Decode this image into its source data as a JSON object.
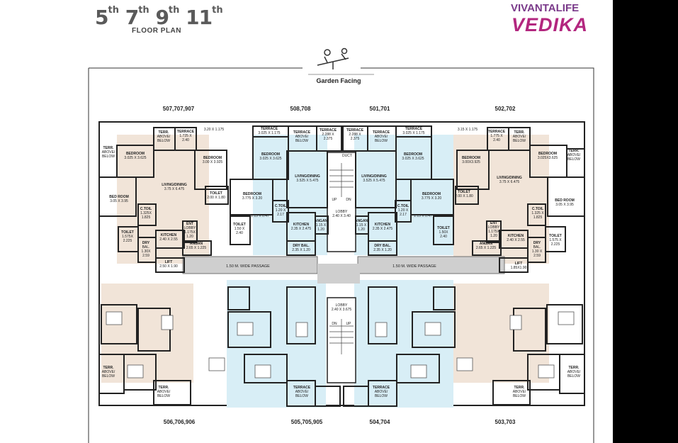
{
  "header": {
    "title_numbers": [
      "5",
      "7",
      "9",
      "11"
    ],
    "title_suffix": "th",
    "subtitle": "FLOOR PLAN",
    "brand_top": "VIVANTALIFE",
    "brand_main": "VEDIKA"
  },
  "orientation": {
    "label": "Garden Facing",
    "icon": "seesaw-garden-icon"
  },
  "flat_numbers": {
    "top": [
      "507,707,907",
      "508,708",
      "501,701",
      "502,702"
    ],
    "bottom": [
      "506,706,906",
      "505,705,905",
      "504,704",
      "503,703"
    ]
  },
  "passages": [
    "1.50 M. WIDE PASSAGE",
    "1.50 M. WIDE PASSAGE"
  ],
  "left_wing": {
    "terr_above_below_a": [
      "TERR.",
      "ABOVE/",
      "BELOW"
    ],
    "terrace": [
      "TERRACE",
      "1.725 X",
      "2.40"
    ],
    "dim_320_1175": "3.20 X 1.175",
    "bedroom_a": [
      "BEDROOM",
      "3.025 X 3.625"
    ],
    "bedroom_b": [
      "BEDROOM",
      "3.00 X 3.925"
    ],
    "living": [
      "LIVING/DINING",
      "3.75 X 6.475"
    ],
    "bed_room": [
      "BED ROOM",
      "3.05 X 3.95"
    ],
    "c_toil": [
      "C.TOIL",
      "1.325X",
      "1.825"
    ],
    "toilet_a": [
      "TOILET",
      "2.00 X 1.80"
    ],
    "toilet_b": [
      "TOILET",
      "1.575X",
      "2.225"
    ],
    "kitchen": [
      "KITCHEN",
      "2.40 X 2.55"
    ],
    "ent_lobby": [
      "ENT",
      "LOBBY",
      "1.175X",
      "1.20"
    ],
    "angan": [
      "ANGAN",
      "2.65 X 1.225"
    ],
    "dry_bal": [
      "DRY",
      "BAL.",
      "1.30X",
      "2.59"
    ],
    "lift": [
      "LIFT",
      "2.50 X 1.90"
    ],
    "terr_bottom": [
      "TERR.",
      "ABOVE/",
      "BELOW"
    ]
  },
  "center_left": {
    "terrace_top": [
      "TERRACE",
      "3.025 X 1.175"
    ],
    "terrace_above": [
      "TERRACE",
      "ABOVE/",
      "BELOW"
    ],
    "terrace_small": [
      "TERRACE",
      "2.288 X",
      "2.375"
    ],
    "bedroom_top": [
      "BEDROOM",
      "3.025 X 3.625"
    ],
    "living": [
      "LIVING/DINING",
      "3.525 X 5.475"
    ],
    "bedroom_mid": [
      "BEDROOM",
      "3.775 X 3.20"
    ],
    "c_toil": [
      "C.TOIL",
      "1.20 X",
      "2.17"
    ],
    "dim_215": "2.15 X 0.47",
    "toilet": [
      "TOILET",
      "1.50 X",
      "2.40"
    ],
    "kitchen": [
      "KITCHEN",
      "2.35 X 2.475"
    ],
    "angan": [
      "ANGAN",
      "1.15 X",
      "1.20"
    ],
    "dry_bal": [
      "DRY BAL.",
      "2.35 X 1.20"
    ]
  },
  "core": {
    "duct": "DUCT",
    "up": "UP",
    "dn": "DN",
    "lobby_top": [
      "LOBBY",
      "2.40 X 3.40"
    ],
    "lobby_bottom": [
      "LOBBY",
      "2.40 X 3.675"
    ]
  },
  "center_right": {
    "terrace_small": [
      "TERRACE",
      "2.288 X",
      "2.375"
    ],
    "terrace_above": [
      "TERRACE",
      "ABOVE/",
      "BELOW"
    ],
    "terrace_top": [
      "TERRACE",
      "3.025 X 1.175"
    ],
    "bedroom_top": [
      "BEDROOM",
      "3.025 X 3.625"
    ],
    "living": [
      "LIVING/DINING",
      "3.525 X 5.475"
    ],
    "bedroom_mid": [
      "BEDROOM",
      "3.775 X 3.20"
    ],
    "c_toil": [
      "C.TOIL",
      "1.20 X",
      "2.17"
    ],
    "dim_215": "2.15 X 0.47",
    "toilet": [
      "TOILET",
      "1.50X",
      "2.40"
    ],
    "kitchen": [
      "KITCHEN",
      "2.35 X 2.475"
    ],
    "angan": [
      "ANGAN",
      "1.15 X",
      "1.20"
    ],
    "dry_bal": [
      "DRY BAL.",
      "2.35 X 1.20"
    ]
  },
  "right_wing": {
    "dim_315": "3.15 X 1.175",
    "terrace": [
      "TERRACE",
      "1.775 X",
      "2.40"
    ],
    "terr_above_below_a": [
      "TERR.",
      "ABOVE/",
      "BELOW"
    ],
    "bedroom_b": [
      "BEDROOM",
      "3.00X3.925"
    ],
    "living": [
      "LIVING/DINING",
      "3.75 X 6.475"
    ],
    "bedroom_a": [
      "BEDROOM",
      "3.025X3.625"
    ],
    "terr_side": [
      "TERR.",
      "ABOVE/",
      "BELOW"
    ],
    "toilet_a": [
      "TOILET",
      "2.00 X 1.80"
    ],
    "bed_room": [
      "BED ROOM",
      "3.05 X 3.95"
    ],
    "c_toil": [
      "C.TOIL",
      "1.325 X",
      "1.825"
    ],
    "ent_lobby": [
      "ENT",
      "LOBBY",
      "1.175X",
      "1.20"
    ],
    "kitchen": [
      "KITCHEN",
      "2.40 X 2.55"
    ],
    "toilet_b": [
      "TOILET",
      "1.575 X",
      "2.225"
    ],
    "angan": [
      "ANGAN",
      "2.65 X 1.225"
    ],
    "dry_bal": [
      "DRY",
      "BAL.",
      "1.30 X",
      "2.59"
    ],
    "lift": [
      "LIFT",
      "1.85X1.90"
    ]
  },
  "bottom_labels": {
    "terr_left": [
      "TERR.",
      "ABOVE/",
      "BELOW"
    ],
    "terr_left2": [
      "TERR.",
      "ABOVE/",
      "BELOW"
    ],
    "terrace_cl": [
      "TERRACE",
      "ABOVE/",
      "BELOW"
    ],
    "terrace_cr": [
      "TERRACE",
      "ABOVE/",
      "BELOW"
    ],
    "terr_right2": [
      "TERR.",
      "ABOVE/",
      "BELOW"
    ],
    "terr_right": [
      "TERR.",
      "ABOVE/",
      "BELOW"
    ]
  },
  "colors": {
    "beige": "#f1e4d8",
    "blue": "#d8eef6",
    "passage": "#cfcfcf",
    "wall": "#222222",
    "brand_purple": "#7a3a8a",
    "brand_pink": "#b3277f"
  }
}
